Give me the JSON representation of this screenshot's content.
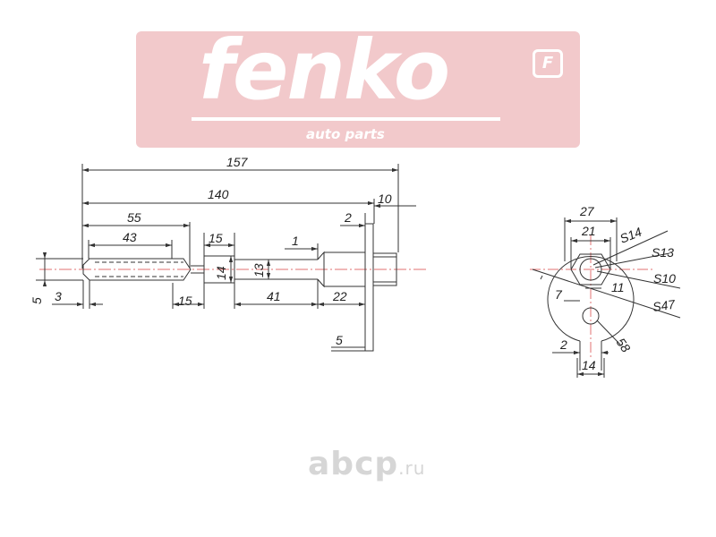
{
  "logo": {
    "brand": "fenko",
    "tagline": "auto parts",
    "badge": "F"
  },
  "watermark": {
    "name": "abcp",
    "tld": ".ru"
  },
  "side_view": {
    "dims": {
      "d157": "157",
      "d140": "140",
      "d10": "10",
      "d2": "2",
      "d55": "55",
      "d43": "43",
      "d15a": "15",
      "d1": "1",
      "d14": "14",
      "d13": "13",
      "d5a": "5",
      "d3": "3",
      "d15b": "15",
      "d41": "41",
      "d22": "22",
      "d5b": "5"
    }
  },
  "end_view": {
    "dims": {
      "d27": "27",
      "d21": "21",
      "s514": "S14",
      "s513": "S13",
      "s510": "S10",
      "s547": "S47",
      "d7": "7",
      "d11": "11",
      "d58": "58",
      "d2": "2",
      "d14": "14"
    }
  },
  "colors": {
    "logo_bg": "#f2c9cb",
    "centerline": "#e07070",
    "line": "#333333"
  }
}
